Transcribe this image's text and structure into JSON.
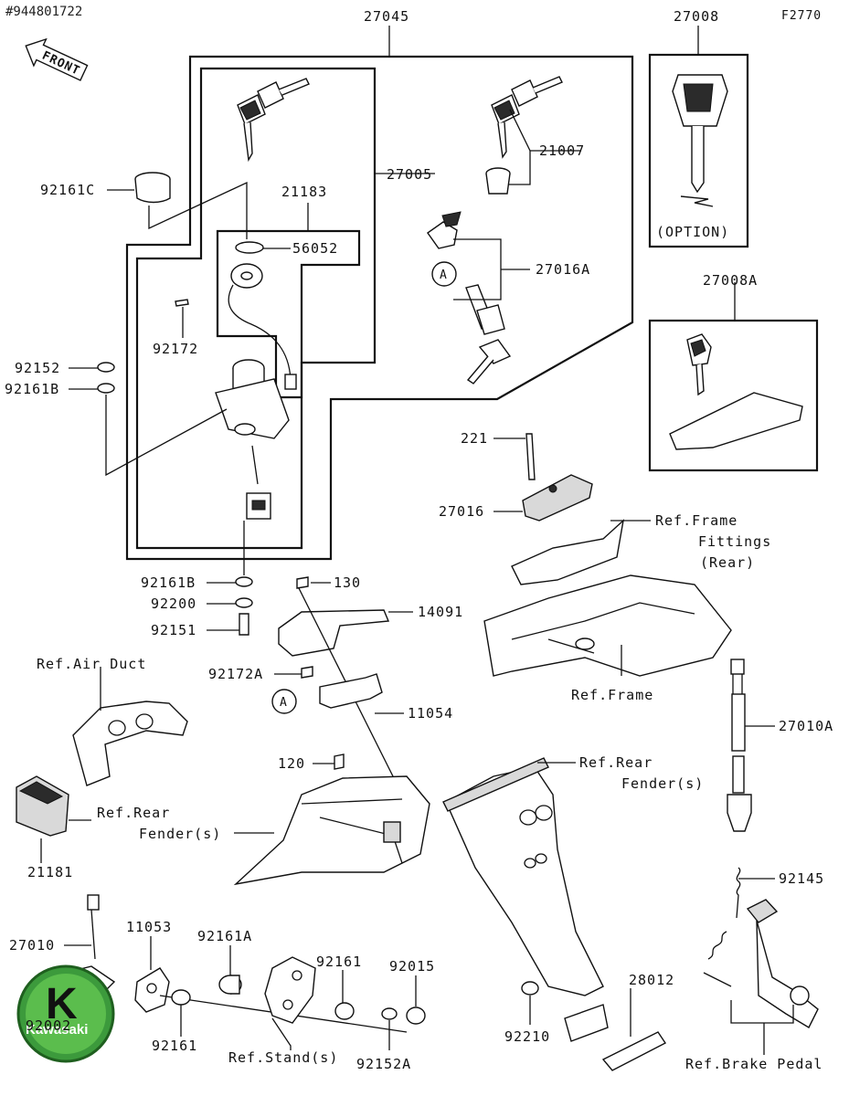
{
  "watermark": "#944801722",
  "figure_code": "F2770",
  "front_label": "FRONT",
  "circle_ref": "A",
  "logo_text": "Kawasaki",
  "logo_letter": "K",
  "option_label": "(OPTION)",
  "part_labels": [
    "27045",
    "27008",
    "27005",
    "21183",
    "56052",
    "21007",
    "27016A",
    "27008A",
    "92161C",
    "92172",
    "92152",
    "92161B",
    "221",
    "27016",
    "92161B",
    "130",
    "92200",
    "92151",
    "14091",
    "92172A",
    "11054",
    "120",
    "27010A",
    "21181",
    "92145",
    "27010",
    "11053",
    "92161A",
    "92161",
    "92015",
    "28012",
    "92002",
    "92161",
    "92152A",
    "92210"
  ],
  "ref_labels": {
    "frame_fittings_1": "Ref.Frame",
    "frame_fittings_2": "Fittings",
    "frame_fittings_3": "(Rear)",
    "frame": "Ref.Frame",
    "air_duct": "Ref.Air Duct",
    "rear_fender_left_1": "Ref.Rear",
    "rear_fender_left_2": "Fender(s)",
    "rear_fender_right_1": "Ref.Rear",
    "rear_fender_right_2": "Fender(s)",
    "stand": "Ref.Stand(s)",
    "brake_pedal": "Ref.Brake Pedal"
  }
}
